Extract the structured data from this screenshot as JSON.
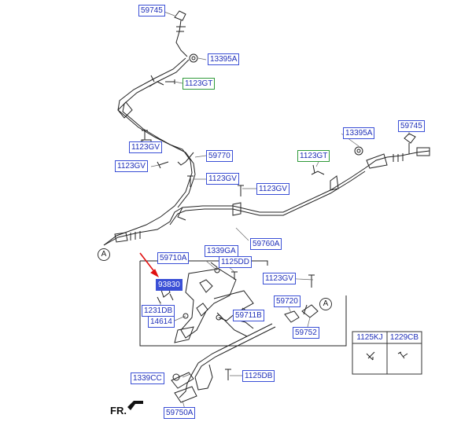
{
  "callouts": {
    "p59745_top": "59745",
    "p13395a_top": "13395A",
    "p1123gt_top": "1123GT",
    "p1123gv_a": "1123GV",
    "p59770": "59770",
    "p1123gv_b": "1123GV",
    "p1123gv_c": "1123GV",
    "p1123gv_d": "1123GV",
    "p13395a_right": "13395A",
    "p59745_right": "59745",
    "p1123gt_right": "1123GT",
    "p59760a": "59760A",
    "p59710a": "59710A",
    "p1339ga": "1339GA",
    "p1125dd": "1125DD",
    "p93830": "93830",
    "p1123gv_e": "1123GV",
    "p59720": "59720",
    "p1231db": "1231DB",
    "p59711b": "59711B",
    "p14614": "14614",
    "p59752": "59752",
    "p1339cc": "1339CC",
    "p1125db": "1125DB",
    "p59750a": "59750A"
  },
  "parts_table": {
    "col1": "1125KJ",
    "col2": "1229CB"
  },
  "connectors": {
    "a_left": "A",
    "a_right": "A"
  },
  "direction": "FR."
}
